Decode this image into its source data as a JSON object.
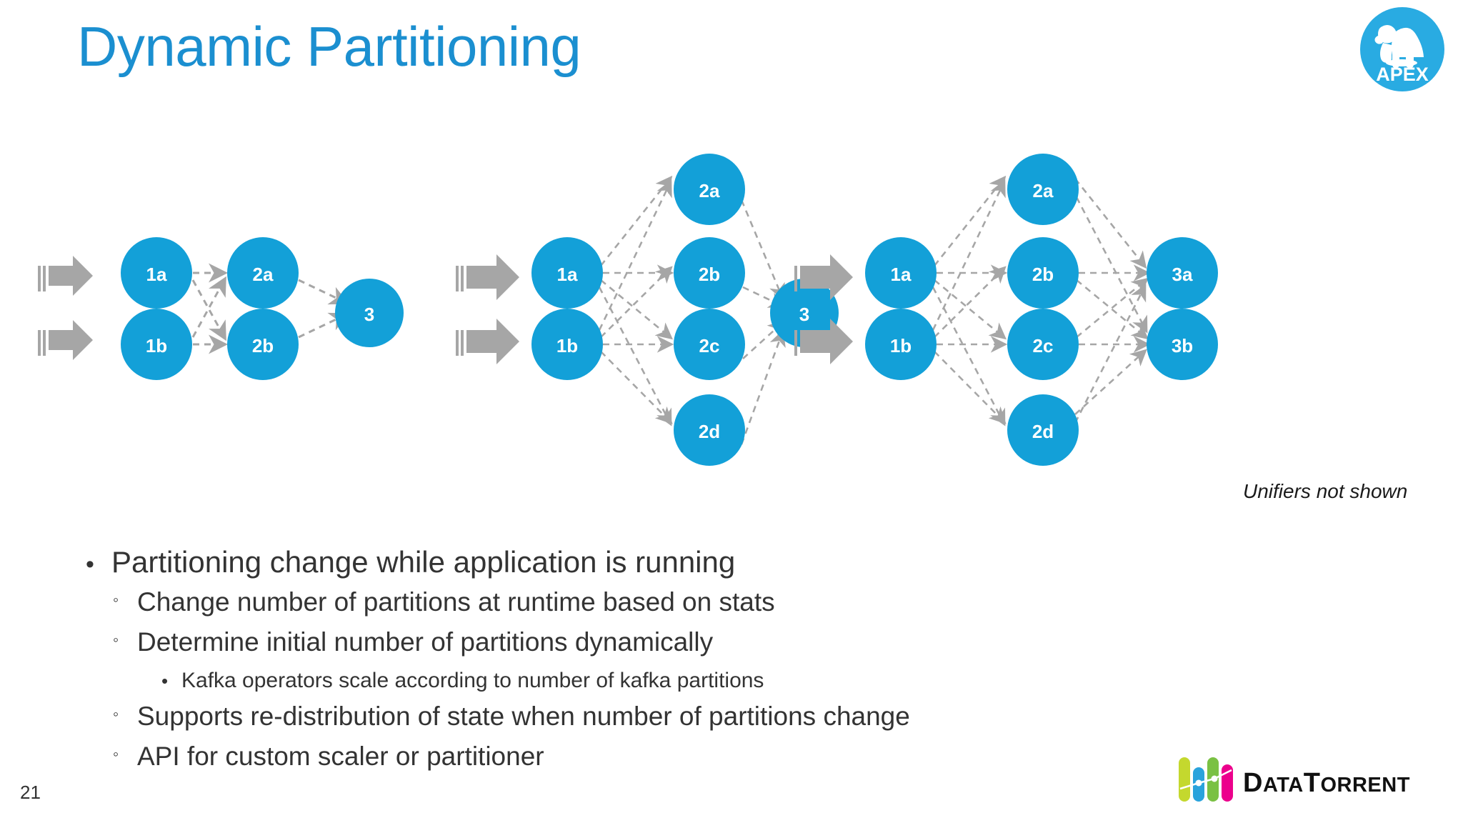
{
  "slide": {
    "title": "Dynamic Partitioning",
    "page_number": "21",
    "title_color": "#1B8FD0",
    "node_color": "#13A0D8",
    "arrow_color": "#A6A6A6",
    "text_color": "#333333",
    "background": "#FFFFFF"
  },
  "logo_apex": {
    "label": "APEX",
    "icon": "gorilla-icon",
    "circle_color": "#29ABE2"
  },
  "logo_datatorrent": {
    "wordmark_data": "Data",
    "wordmark_torrent": "Torrent",
    "bar_colors": [
      "#C4D82E",
      "#29A3DC",
      "#7AC143",
      "#EC008C"
    ]
  },
  "footnote": "Unifiers not shown",
  "diagrams": [
    {
      "name": "diagram-two-partitions",
      "inputs": 2,
      "columns": [
        {
          "nodes": [
            "1a",
            "1b"
          ]
        },
        {
          "nodes": [
            "2a",
            "2b"
          ]
        },
        {
          "nodes": [
            "3"
          ]
        }
      ]
    },
    {
      "name": "diagram-four-partitions",
      "inputs": 2,
      "columns": [
        {
          "nodes": [
            "1a",
            "1b"
          ]
        },
        {
          "nodes": [
            "2a",
            "2b",
            "2c",
            "2d"
          ]
        },
        {
          "nodes": [
            "3"
          ]
        }
      ]
    },
    {
      "name": "diagram-four-partitions-two-outputs",
      "inputs": 2,
      "columns": [
        {
          "nodes": [
            "1a",
            "1b"
          ]
        },
        {
          "nodes": [
            "2a",
            "2b",
            "2c",
            "2d"
          ]
        },
        {
          "nodes": [
            "3a",
            "3b"
          ]
        }
      ]
    }
  ],
  "bullets": [
    {
      "level": 1,
      "marker": "•",
      "text": "Partitioning change while application is running"
    },
    {
      "level": 2,
      "marker": "◦",
      "text": "Change number of partitions at runtime based on stats"
    },
    {
      "level": 2,
      "marker": "◦",
      "text": "Determine initial number of partitions dynamically"
    },
    {
      "level": 3,
      "marker": "•",
      "text": "Kafka operators scale according to number of kafka partitions"
    },
    {
      "level": 2,
      "marker": "◦",
      "text": "Supports re-distribution of state when number of partitions change"
    },
    {
      "level": 2,
      "marker": "◦",
      "text": "API for custom scaler or partitioner"
    }
  ]
}
